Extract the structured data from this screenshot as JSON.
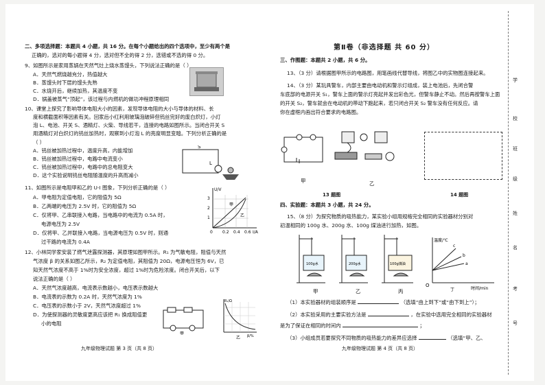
{
  "left_page": {
    "section2_header": "二、多项选择题：本题共 4 小题，共 16 分。在每个小题给出的四个选项中，至少有两个是",
    "section2_header2": "正确的，选对的每小题得 4 分，选对但不全的得 2 分，选错或不选的得 0 分。",
    "q9": {
      "stem": "9、如图所示是家用蒸锅在天然气灶上烧水蒸馒头，下列说法正确的是（   ）",
      "options": [
        "A．天然气燃烧越充分，热值越大",
        "B．蒸馒头时下层的馒头先熟",
        "C．水烧开后，继续加热，其温度不变",
        "D．锅盖被蒸气“顶起”，该过程与内燃机的做功冲程原理相同"
      ]
    },
    "q10": {
      "lines": [
        "10、课堂上探究了影响导体电阻大小的因素，发现导体电阻的大小与导体的材料、长",
        "度和横截面积等因素有关。回家后小红利用玻璃泡破碎但钨丝完好的废白炽灯，小灯",
        "泡 L、电池、开关 S、酒精灯、火柴、导线若干，连接的电路如图所示。当闭合开关 S",
        "用酒精灯对白炽灯的钨丝加热时，观察到小灯泡 L 的亮度明显变暗。下列分析正确的是"
      ],
      "answer_paren": "（   ）",
      "options": [
        "A．钨丝被加热过程中，温度升高，内能增加",
        "B．钨丝被加热过程中，电路中电流变小",
        "C．钨丝被加热过程中，电路中的总电阻变大",
        "D．这个实验说明钨丝电阻随温度的升高而减小"
      ]
    },
    "q11": {
      "stem": "11、如图所示是电阻甲和乙的 U-I 图象，下列分析正确的是（   ）",
      "options": [
        "A．甲电阻为定值电阻，它的阻值为 5Ω",
        "B．乙两端的电压为 2.5V 时，它的阻值为 5Ω",
        "C．仅将甲、乙串联接入电路，当电路中的电流为 0.5A 时，",
        "电源电压为 2.5V",
        "D．仅将甲、乙并联接入电路，当电源电压为 0.5V 时，则通",
        "过干路的电流为 0.4A"
      ]
    },
    "q12": {
      "lines": [
        "12、小林同学家安装了燃气泄露探测器，其原理如图甲所示。R₁ 为气敏电阻，阻值与天然",
        "气浓度 β 的关系如图乙所示，R₂ 为定值电阻，其阻值为 20Ω，电源电压恒为 6V，已",
        "知天然气浓度不高于 1%时为安全浓度，超过 1%时为危险浓度。闭合开关后，以下",
        "说法正确的是（   ）"
      ],
      "options": [
        "A．天然气浓度越高，电流表示数越小，电压表示数越大",
        "B．电流表的示数为 0.2A 时，天然气浓度为 1%",
        "C．电压表的示数小于 2V，天然气浓度超过 1%",
        "D．为使探测器的灵敏度更高应该把 R₁ 换成阻值更",
        "小的电阻"
      ]
    },
    "footer": "九年级物理试题    第 3 页（共 8 页）"
  },
  "right_page": {
    "title": "第Ⅱ卷（非选择题   共 60 分）",
    "section3": "三、作图题：本题共 2 小题，共 6 分。",
    "q13": "13、（3 分）请根据图甲所示的电路图，用笔画线代替导线，将图乙中的实物图连接起来。",
    "q14_lines": [
      "14、（3 分）某玩具警车，内部主要由电动机和警示灯组成，装上电池后，先闭合警",
      "车底部的电源开关 S₁，警车上面的警示灯亮起并发出彩色光，但警车静止不动。然后再按警车上面",
      "的开关 S₂，警车就会在电动机的带动下跑起来，若只闭合开关 S₂ 警车没有任何反应。请",
      "你在虚框内画出符合要求的电路图。"
    ],
    "fig_labels": {
      "jia": "甲",
      "yi": "乙",
      "q13_caption": "13 题图",
      "q14_caption": "14 题图"
    },
    "section4": "四、实验题：本题共 3 小题，共 24 分。",
    "q15_lines": [
      "15、（8 分）为探究物质的吸热能力，某实验小组用规格完全相同的实验器材分别对",
      "初温相同的 100g 水、200g 水、100g 煤油进行加热，如图。"
    ],
    "beakers": [
      "100g水",
      "200g水",
      "100g煤油"
    ],
    "beaker_labels": [
      "甲",
      "乙",
      "丙"
    ],
    "graph": {
      "ylabel": "温度/℃",
      "xlabel": "时间/min",
      "origin": "O",
      "lines": [
        "c",
        "b",
        "a"
      ],
      "label": "丁"
    },
    "q15_subs": [
      "（1）本实验器材的组装顺序是",
      "（选填“由上到下”或“由下到上”）；",
      "（2）本实验采用的主要实验方法是",
      "，在实验中选用完全相同的实验器材",
      "是为了保证在相同的时间内",
      "；",
      "（3）小组成员若要探究不同物质的吸热能力的差异应选择",
      "（选填“甲、乙、"
    ],
    "footer": "九年级物理试题    第 4 页（共 8 页）"
  },
  "gutter_chars": [
    "学",
    "校",
    "班",
    "级",
    "姓",
    "名",
    "考",
    "号"
  ],
  "graph_u_i": {
    "ylabel": "U/V",
    "xlabel": "I/A",
    "y_ticks": [
      "3",
      "2",
      "1"
    ],
    "x_ticks": [
      "0",
      "0.2",
      "0.4",
      "0.6"
    ],
    "series": [
      "甲",
      "乙"
    ]
  },
  "q12_graph": {
    "ylabel": "R₁/Ω",
    "xlabel": "β/%",
    "label_jia": "甲",
    "label_yi": "乙"
  },
  "q10_circuit_labels": {
    "s": "S",
    "l": "L"
  }
}
